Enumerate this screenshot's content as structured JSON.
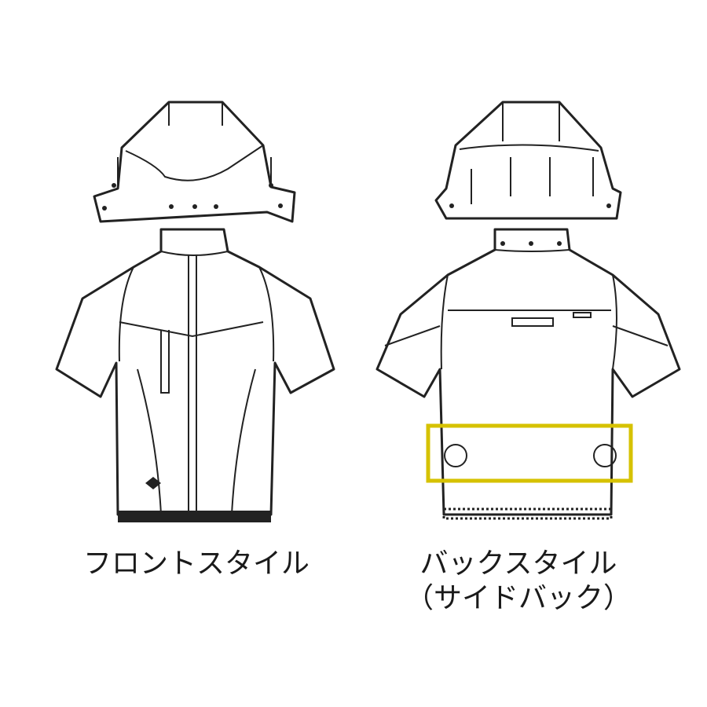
{
  "captions": {
    "front": "フロントスタイル",
    "back_line1": "バックスタイル",
    "back_line2": "（サイドバック）"
  },
  "colors": {
    "highlight": "#d6c200",
    "line": "#222222",
    "background": "#ffffff"
  },
  "icons": {
    "front_hood": "hood-front-drawing",
    "front_jacket": "jacket-front-drawing",
    "back_hood": "hood-back-drawing",
    "back_jacket": "jacket-back-drawing",
    "highlight": "highlight-box"
  }
}
